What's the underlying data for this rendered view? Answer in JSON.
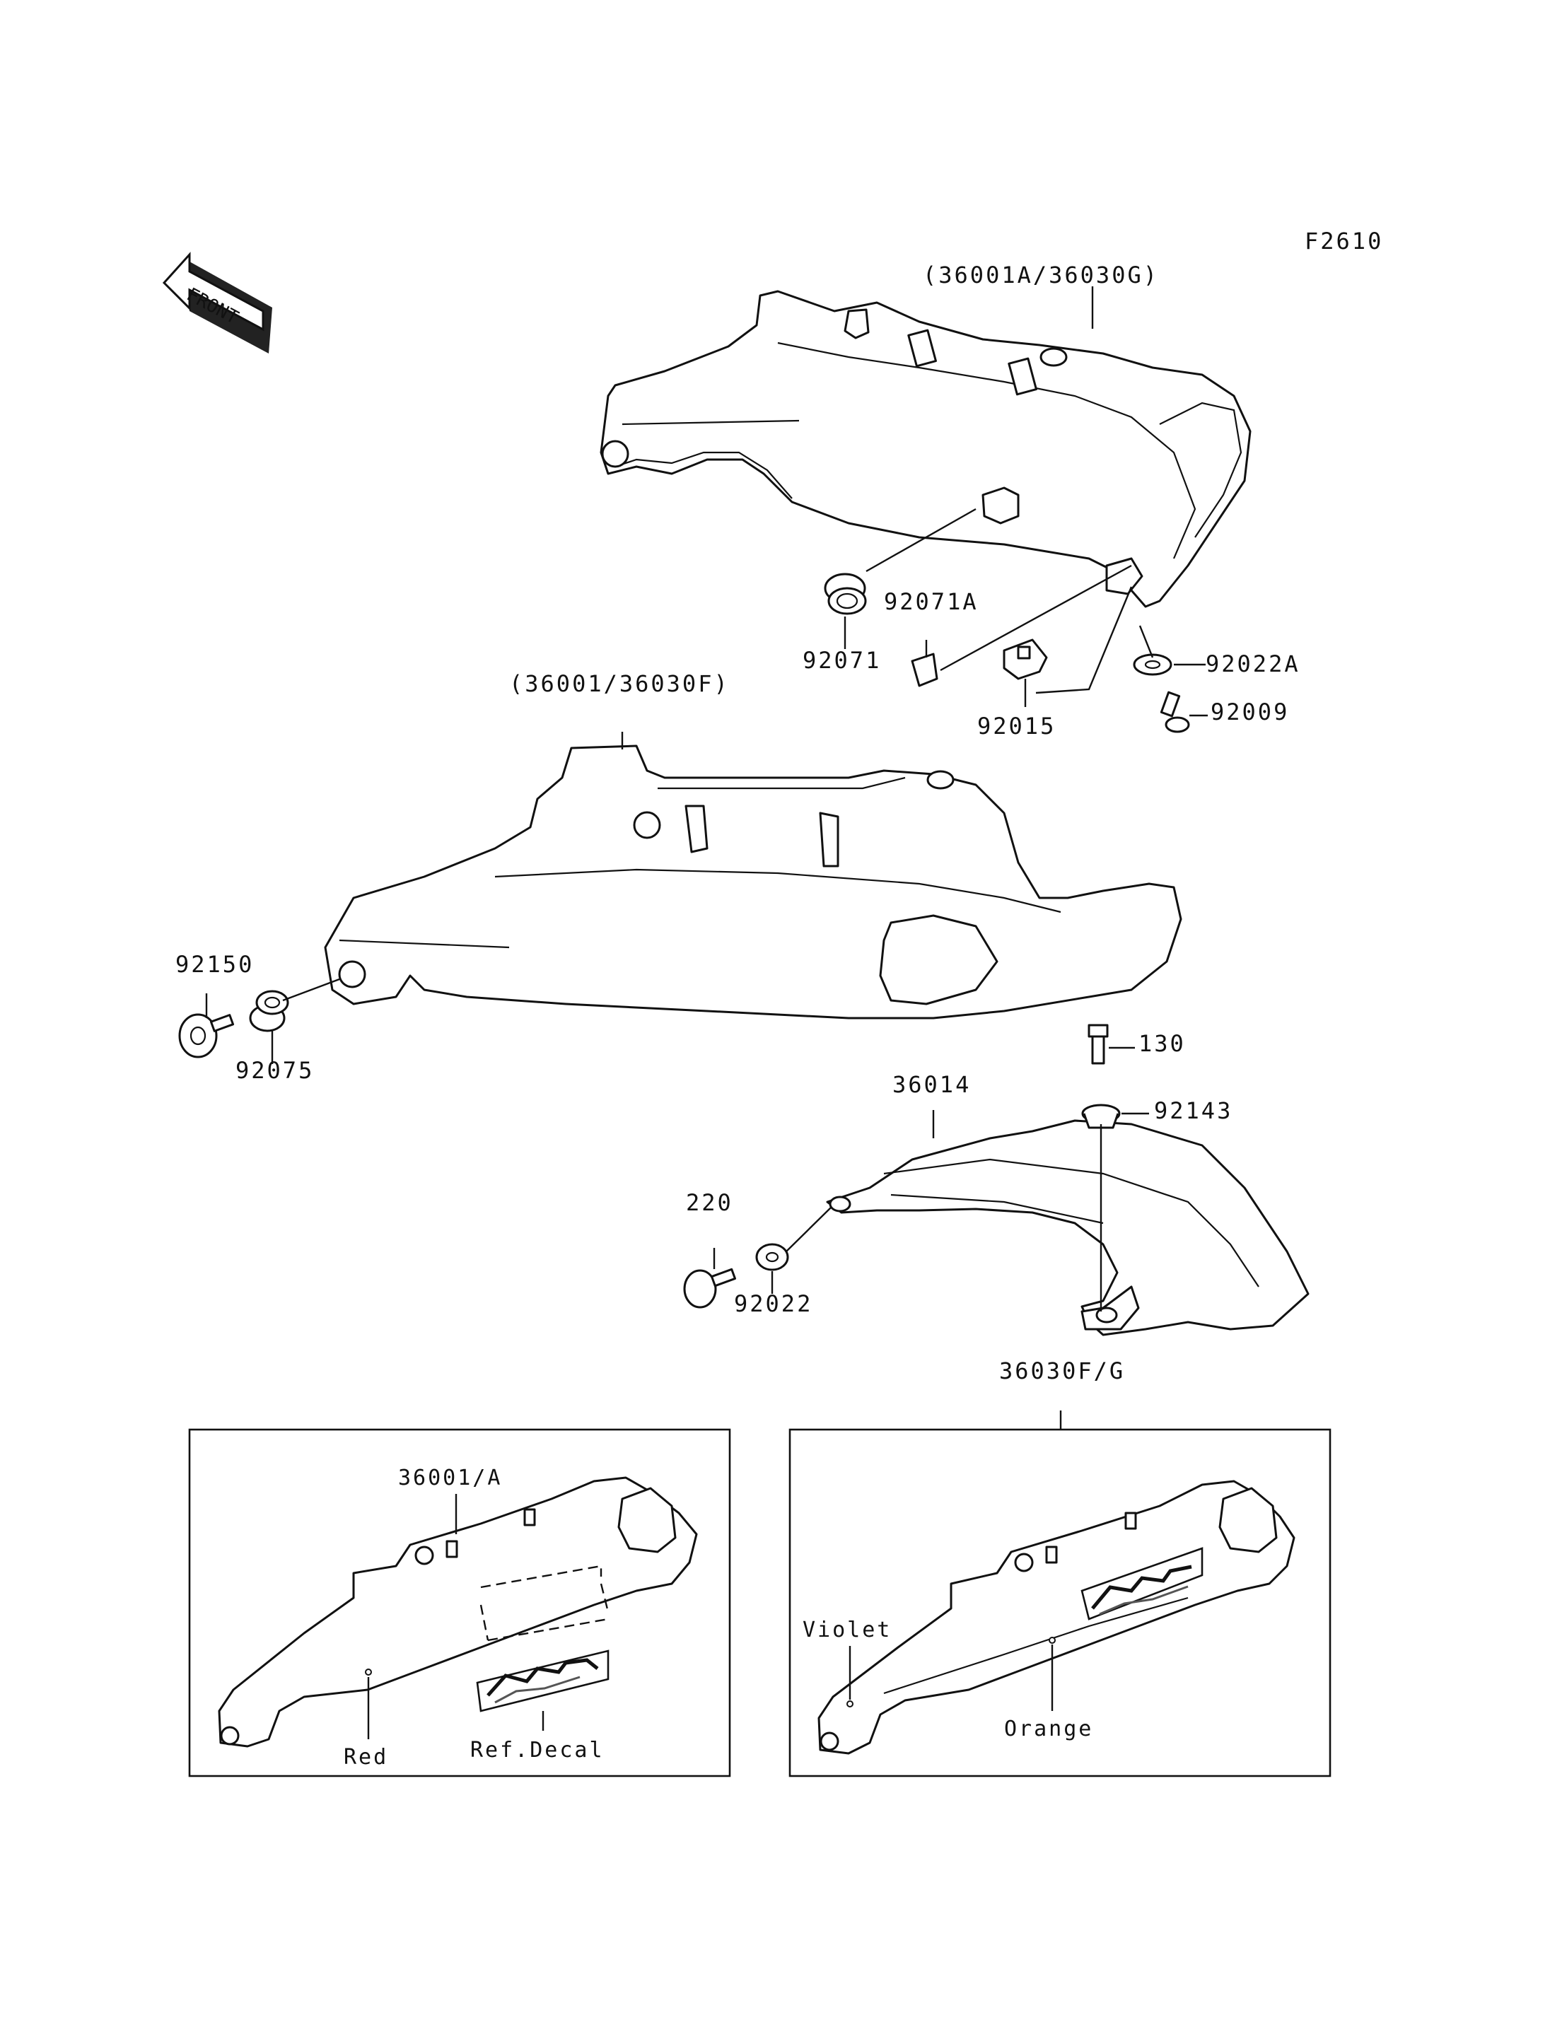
{
  "figure_code": "F2610",
  "front_arrow_label": "FRONT",
  "parts": {
    "upper_cover": "(36001A/36030G)",
    "lower_cover": "(36001/36030F)",
    "p92071": "92071",
    "p92071A": "92071A",
    "p92015": "92015",
    "p92022A": "92022A",
    "p92009": "92009",
    "p92150": "92150",
    "p92075": "92075",
    "p130": "130",
    "p92143": "92143",
    "p36014": "36014",
    "p220": "220",
    "p92022": "92022",
    "p36030FG": "36030F/G"
  },
  "inset_left": {
    "part": "36001/A",
    "color_label": "Red",
    "decal_label": "Ref.Decal"
  },
  "inset_right": {
    "color_label_1": "Violet",
    "color_label_2": "Orange"
  }
}
